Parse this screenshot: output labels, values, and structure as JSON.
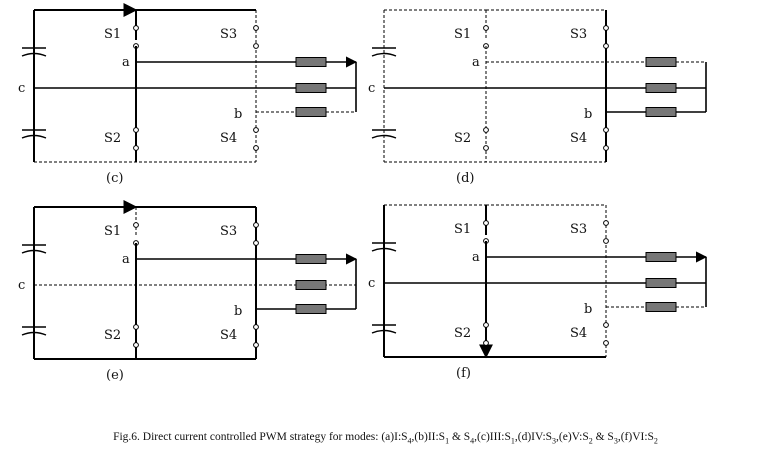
{
  "panels": [
    {
      "id": "c",
      "label": "(c)",
      "switches": [
        "S1",
        "S2",
        "S3",
        "S4"
      ],
      "nodes": [
        "a",
        "b",
        "c"
      ]
    },
    {
      "id": "d",
      "label": "(d)",
      "switches": [
        "S1",
        "S2",
        "S3",
        "S4"
      ],
      "nodes": [
        "a",
        "b",
        "c"
      ]
    },
    {
      "id": "e",
      "label": "(e)",
      "switches": [
        "S1",
        "S2",
        "S3",
        "S4"
      ],
      "nodes": [
        "a",
        "b",
        "c"
      ]
    },
    {
      "id": "f",
      "label": "(f)",
      "switches": [
        "S1",
        "S2",
        "S3",
        "S4"
      ],
      "nodes": [
        "a",
        "b",
        "c"
      ]
    }
  ],
  "caption": {
    "lead": "Fig.6. Direct current controlled PWM strategy for modes: (a)I:S",
    "s4a": "4",
    "part_b": ",(b)II:S",
    "s1b": "1",
    "amp1": " & S",
    "s4b": "4",
    "part_c": ",(c)III:S",
    "s1c": "1",
    "part_d": ",(d)IV:S",
    "s3d": "3",
    "part_e": ",(e)V:S",
    "s2e": "2",
    "amp2": " & S",
    "s3e": "3",
    "part_f": ",(f)VI:S",
    "s2f": "2"
  }
}
